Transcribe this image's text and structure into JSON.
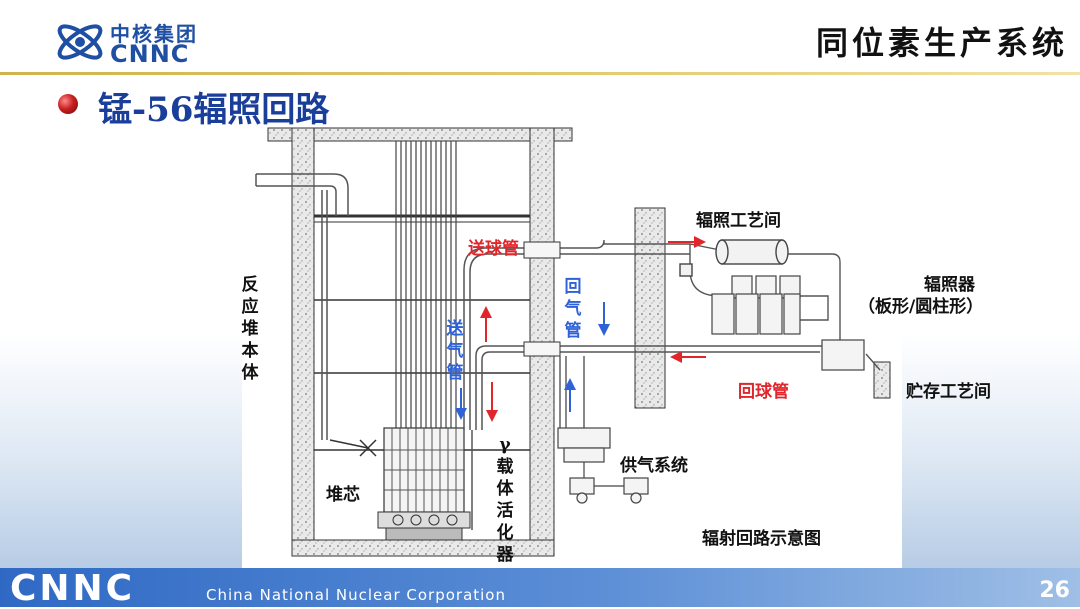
{
  "header": {
    "logo_cn": "中核集团",
    "logo_en": "CNNC",
    "title": "同位素生产系统"
  },
  "section": {
    "title": "锰-56辐照回路"
  },
  "diagram": {
    "labels": {
      "reactor_body": "反应堆本体",
      "core": "堆芯",
      "send_ball_tube": "送球管",
      "return_gas_tube": "回气管",
      "send_gas_tube": "送气管",
      "gamma_carrier": "γ载体活化器",
      "irradiation_room": "辐照工艺间",
      "irradiator": "辐照器",
      "irradiator_type": "（板形/圆柱形）",
      "return_ball_tube": "回球管",
      "storage_room": "贮存工艺间",
      "gas_supply": "供气系统",
      "caption": "辐射回路示意图"
    },
    "colors": {
      "red": "#e0262b",
      "blue": "#2f62d8",
      "concrete": "#e6e6e6",
      "line": "#555555"
    }
  },
  "footer": {
    "logo": "CNNC",
    "org_name": "China National Nuclear Corporation",
    "page": "26"
  }
}
